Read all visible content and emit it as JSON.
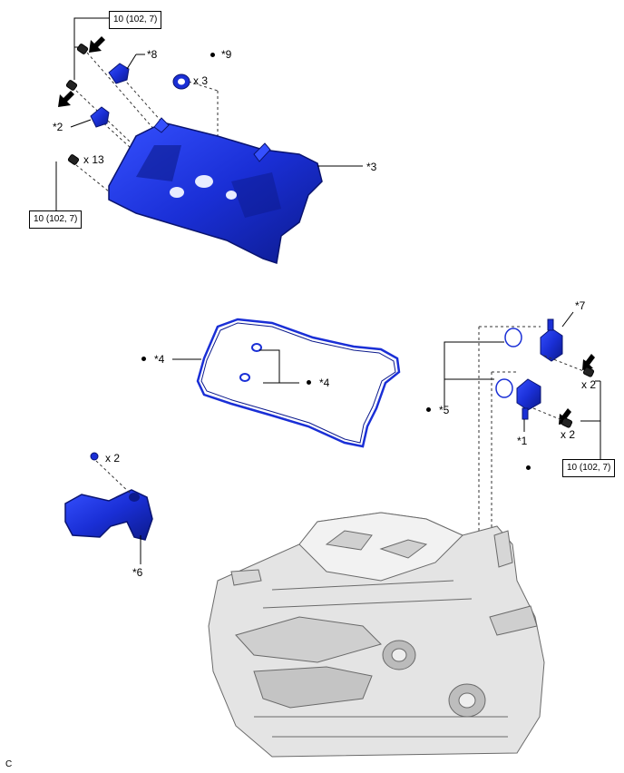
{
  "torque_spec": "10 (102, 7)",
  "qty": {
    "plugs": "x 3",
    "bolts_cover": "x 13",
    "bolts_sensor_upper": "x 2",
    "bolts_sensor_lower": "x 2",
    "bolts_bracket": "x 2"
  },
  "callouts": {
    "c1": "*1",
    "c2": "*2",
    "c3": "*3",
    "c4a": "*4",
    "c4b": "*4",
    "c5": "*5",
    "c6": "*6",
    "c7": "*7",
    "c8": "*8",
    "c9": "*9"
  },
  "figure_code": "C",
  "colors": {
    "part_blue": "#1a2fd6",
    "part_blue_dark": "#0c1a8c",
    "engine_gray": "#9a9a9a"
  }
}
